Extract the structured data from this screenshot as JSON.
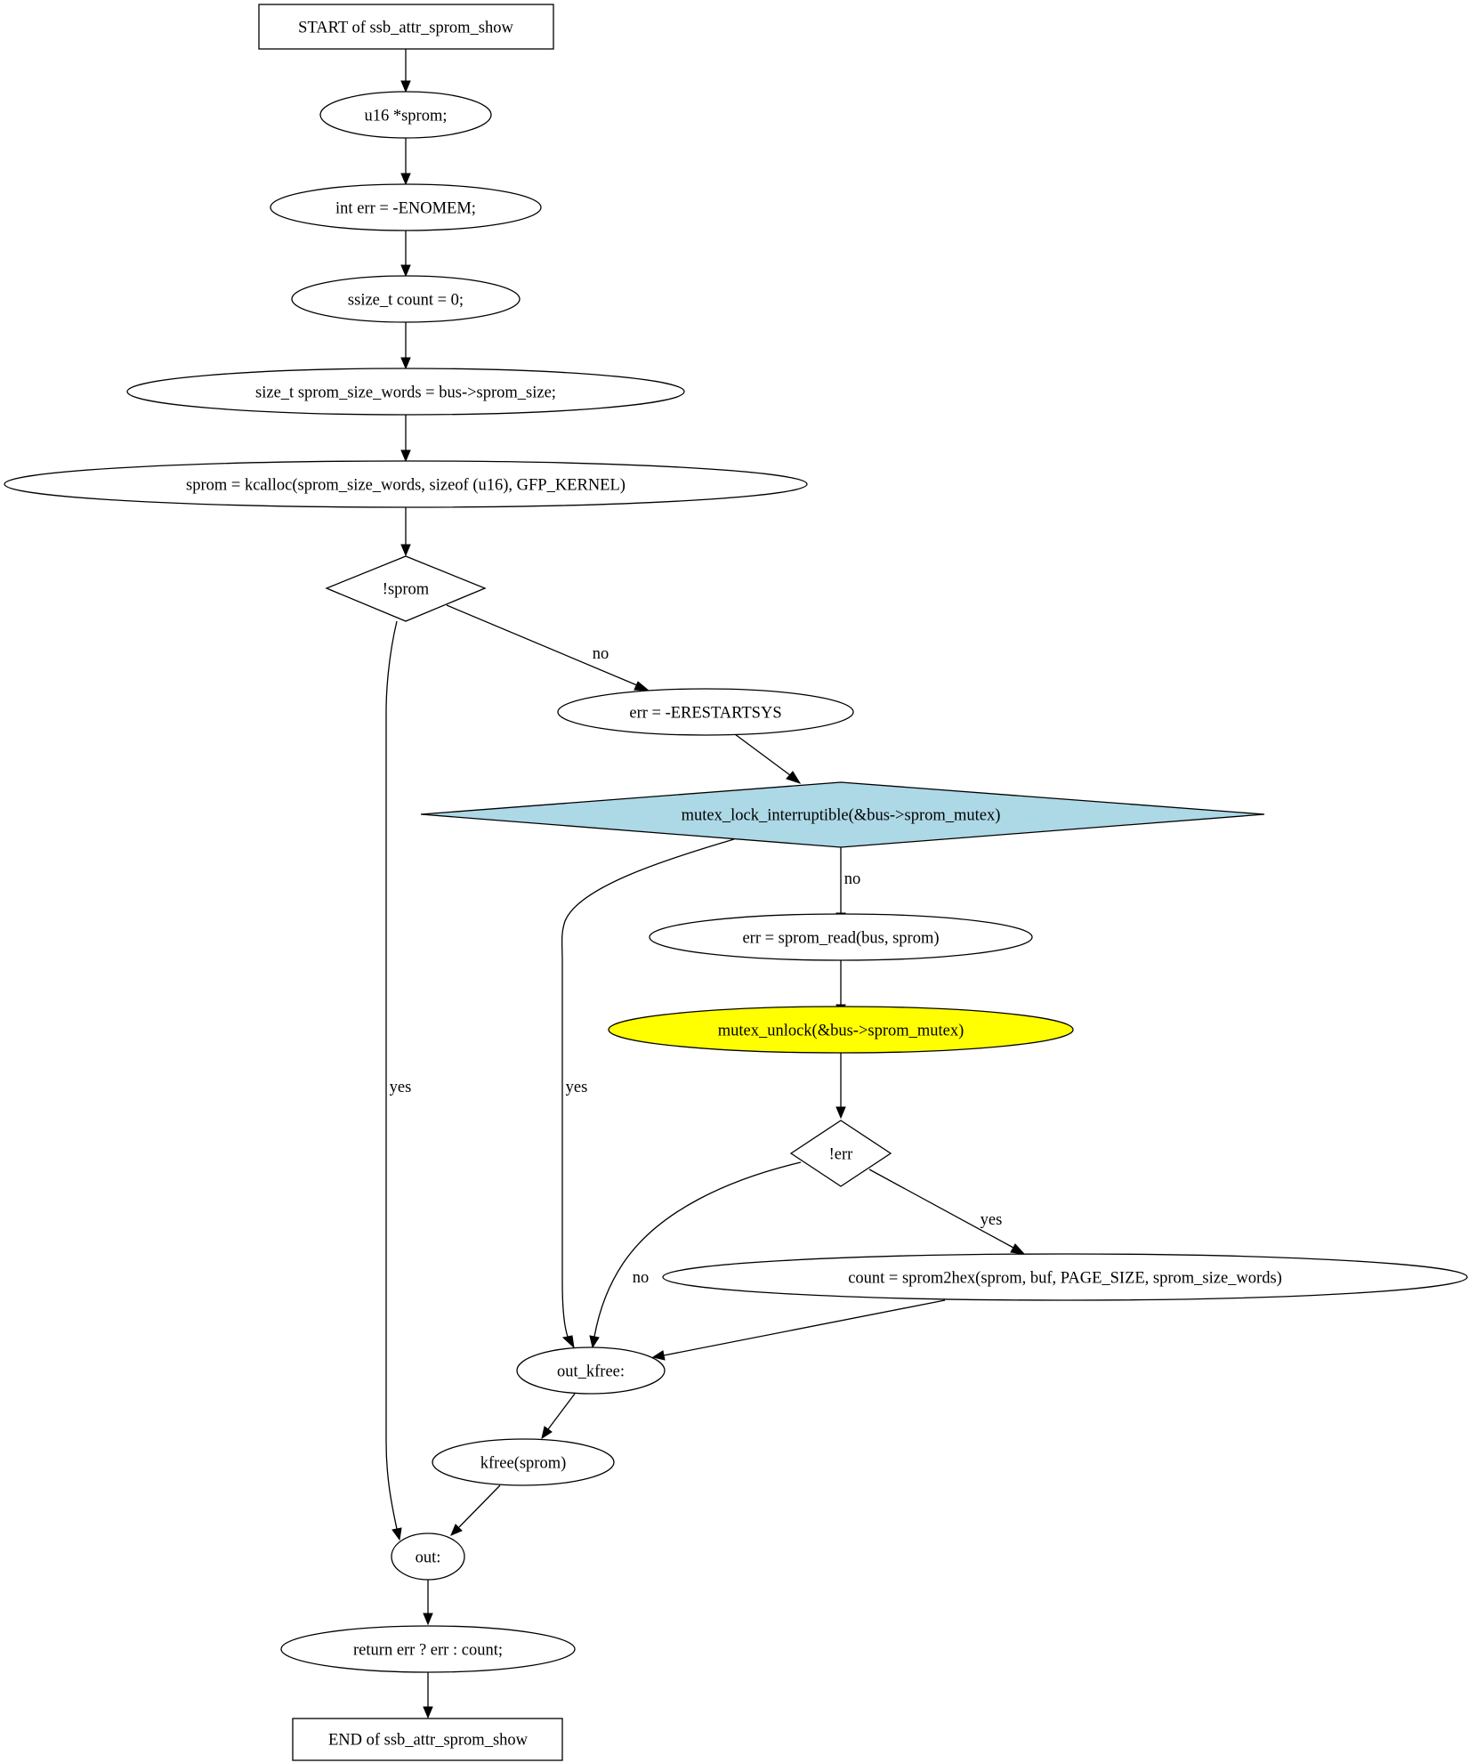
{
  "nodes": {
    "start": "START of ssb_attr_sprom_show",
    "decl_sprom": "u16 *sprom;",
    "decl_err": "int err = -ENOMEM;",
    "decl_count": "ssize_t count = 0;",
    "decl_size": "size_t sprom_size_words = bus->sprom_size;",
    "kcalloc": "sprom = kcalloc(sprom_size_words, sizeof (u16), GFP_KERNEL)",
    "cond_sprom": "!sprom",
    "err_restart": "err = -ERESTARTSYS",
    "mutex_lock": "mutex_lock_interruptible(&bus->sprom_mutex)",
    "sprom_read": "err = sprom_read(bus, sprom)",
    "mutex_unlock": "mutex_unlock(&bus->sprom_mutex)",
    "cond_err": "!err",
    "sprom2hex": "count = sprom2hex(sprom, buf, PAGE_SIZE, sprom_size_words)",
    "out_kfree": "out_kfree:",
    "kfree": "kfree(sprom)",
    "out": "out:",
    "return": "return err ? err : count;",
    "end": "END of ssb_attr_sprom_show"
  },
  "edge_labels": {
    "sprom_no": "no",
    "sprom_yes": "yes",
    "lock_no": "no",
    "lock_yes": "yes",
    "err_yes": "yes",
    "err_no": "no"
  },
  "colors": {
    "mutex_lock_fill": "#add8e6",
    "mutex_unlock_fill": "#ffff00",
    "default_fill": "#ffffff",
    "stroke": "#000000"
  }
}
